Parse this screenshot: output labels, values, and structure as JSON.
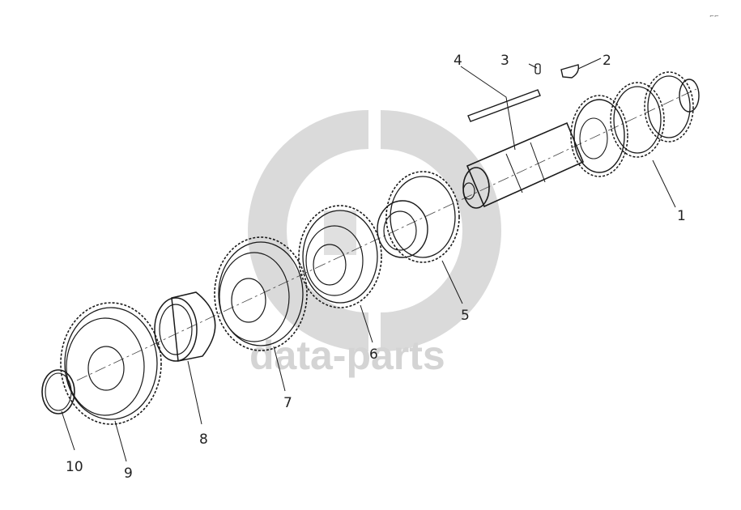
{
  "watermark": {
    "text": "data-parts",
    "color": "#cfcfcf"
  },
  "corner_mark": "⌐⌐",
  "callouts": [
    "1",
    "2",
    "3",
    "4",
    "5",
    "6",
    "7",
    "8",
    "9",
    "10"
  ]
}
